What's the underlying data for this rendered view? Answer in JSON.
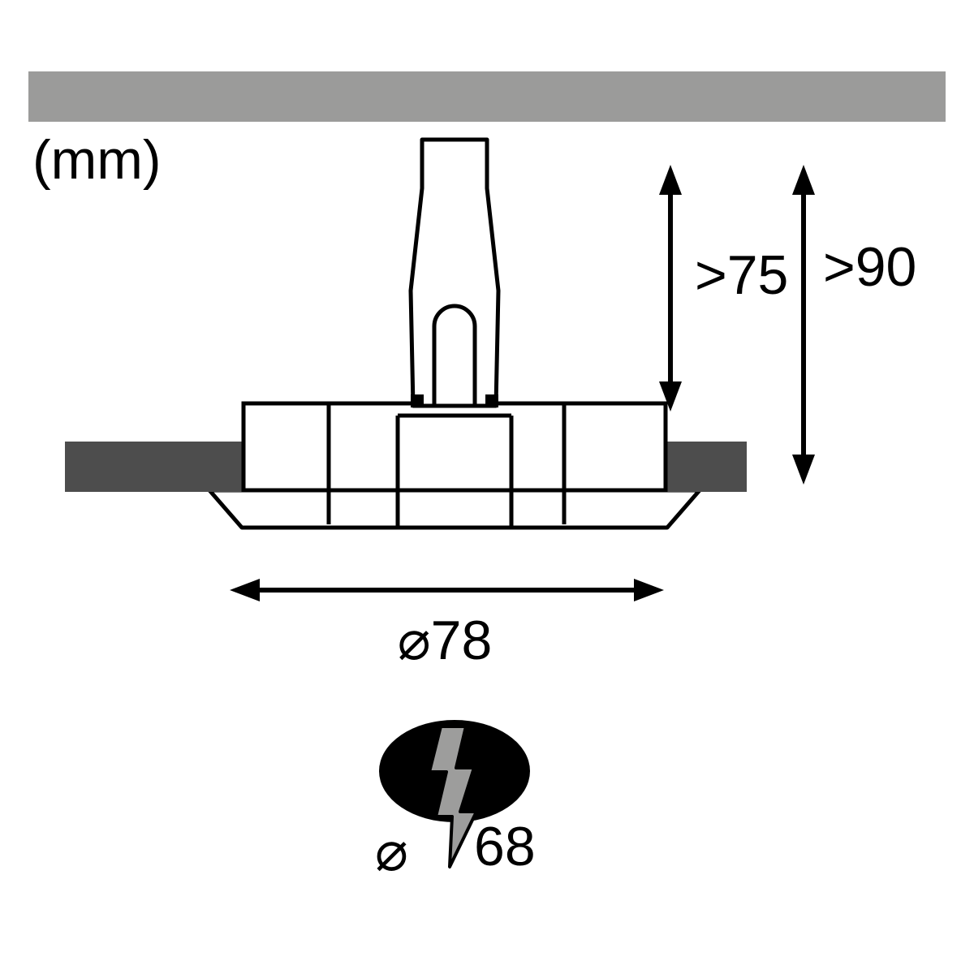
{
  "diagram": {
    "unit_label": "(mm)",
    "dimensions": {
      "recess_depth_min": ">75",
      "install_depth_min": ">90",
      "outer_diameter": "⌀78",
      "cutout_symbol": "⌀",
      "cutout_diameter": "68"
    },
    "colors": {
      "surface_bar": "#9b9b9a",
      "surface_bar_edge": "#8a8a89",
      "ceiling_block": "#4d4d4d",
      "outline": "#000000",
      "fixture_fill": "#ffffff",
      "bolt_fill": "#9d9d9c",
      "hole_fill": "#000000"
    }
  }
}
